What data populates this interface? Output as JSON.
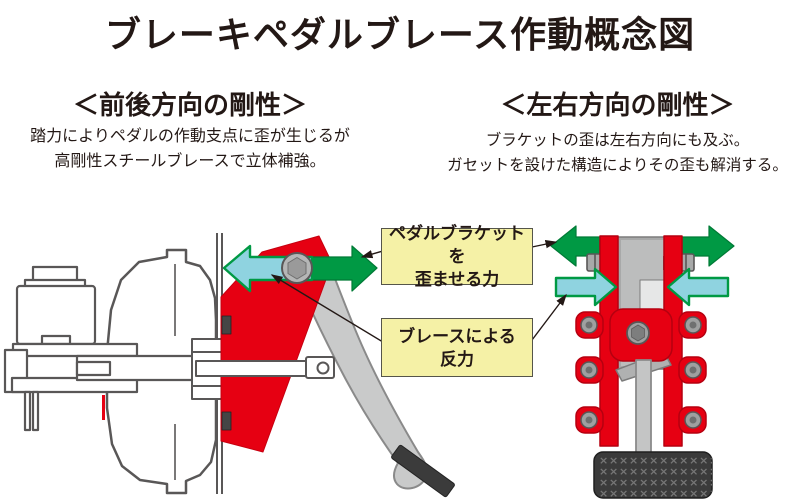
{
  "title": "ブレーキペダルブレース作動概念図",
  "left_section": {
    "heading": "＜前後方向の剛性＞",
    "desc_line1": "踏力によりペダルの作動支点に歪が生じるが",
    "desc_line2": "高剛性スチールブレースで立体補強。"
  },
  "right_section": {
    "heading": "＜左右方向の剛性＞",
    "desc_line1": "ブラケットの歪は左右方向にも及ぶ。",
    "desc_line2": "ガセットを設けた構造によりその歪も解消する。"
  },
  "callouts": {
    "bracket_force_line1": "ペダルブラケットを",
    "bracket_force_line2": "歪ませる力",
    "brace_force_line1": "ブレースによる",
    "brace_force_line2": "反力"
  },
  "pedal_pad_texture": "××××××××××××××",
  "colors": {
    "brace_red": "#e60012",
    "arrow_green": "#009944",
    "arrow_green_edge": "#007a36",
    "arrow_cyan": "#8fd3e0",
    "callout_yellow": "#f5f1a6",
    "lineart_gray": "#595757",
    "pedal_gray": "#c9caca",
    "bracket_gray": "#b0b1b1",
    "pad_dark": "#3b3b3b",
    "text_black": "#231815"
  }
}
